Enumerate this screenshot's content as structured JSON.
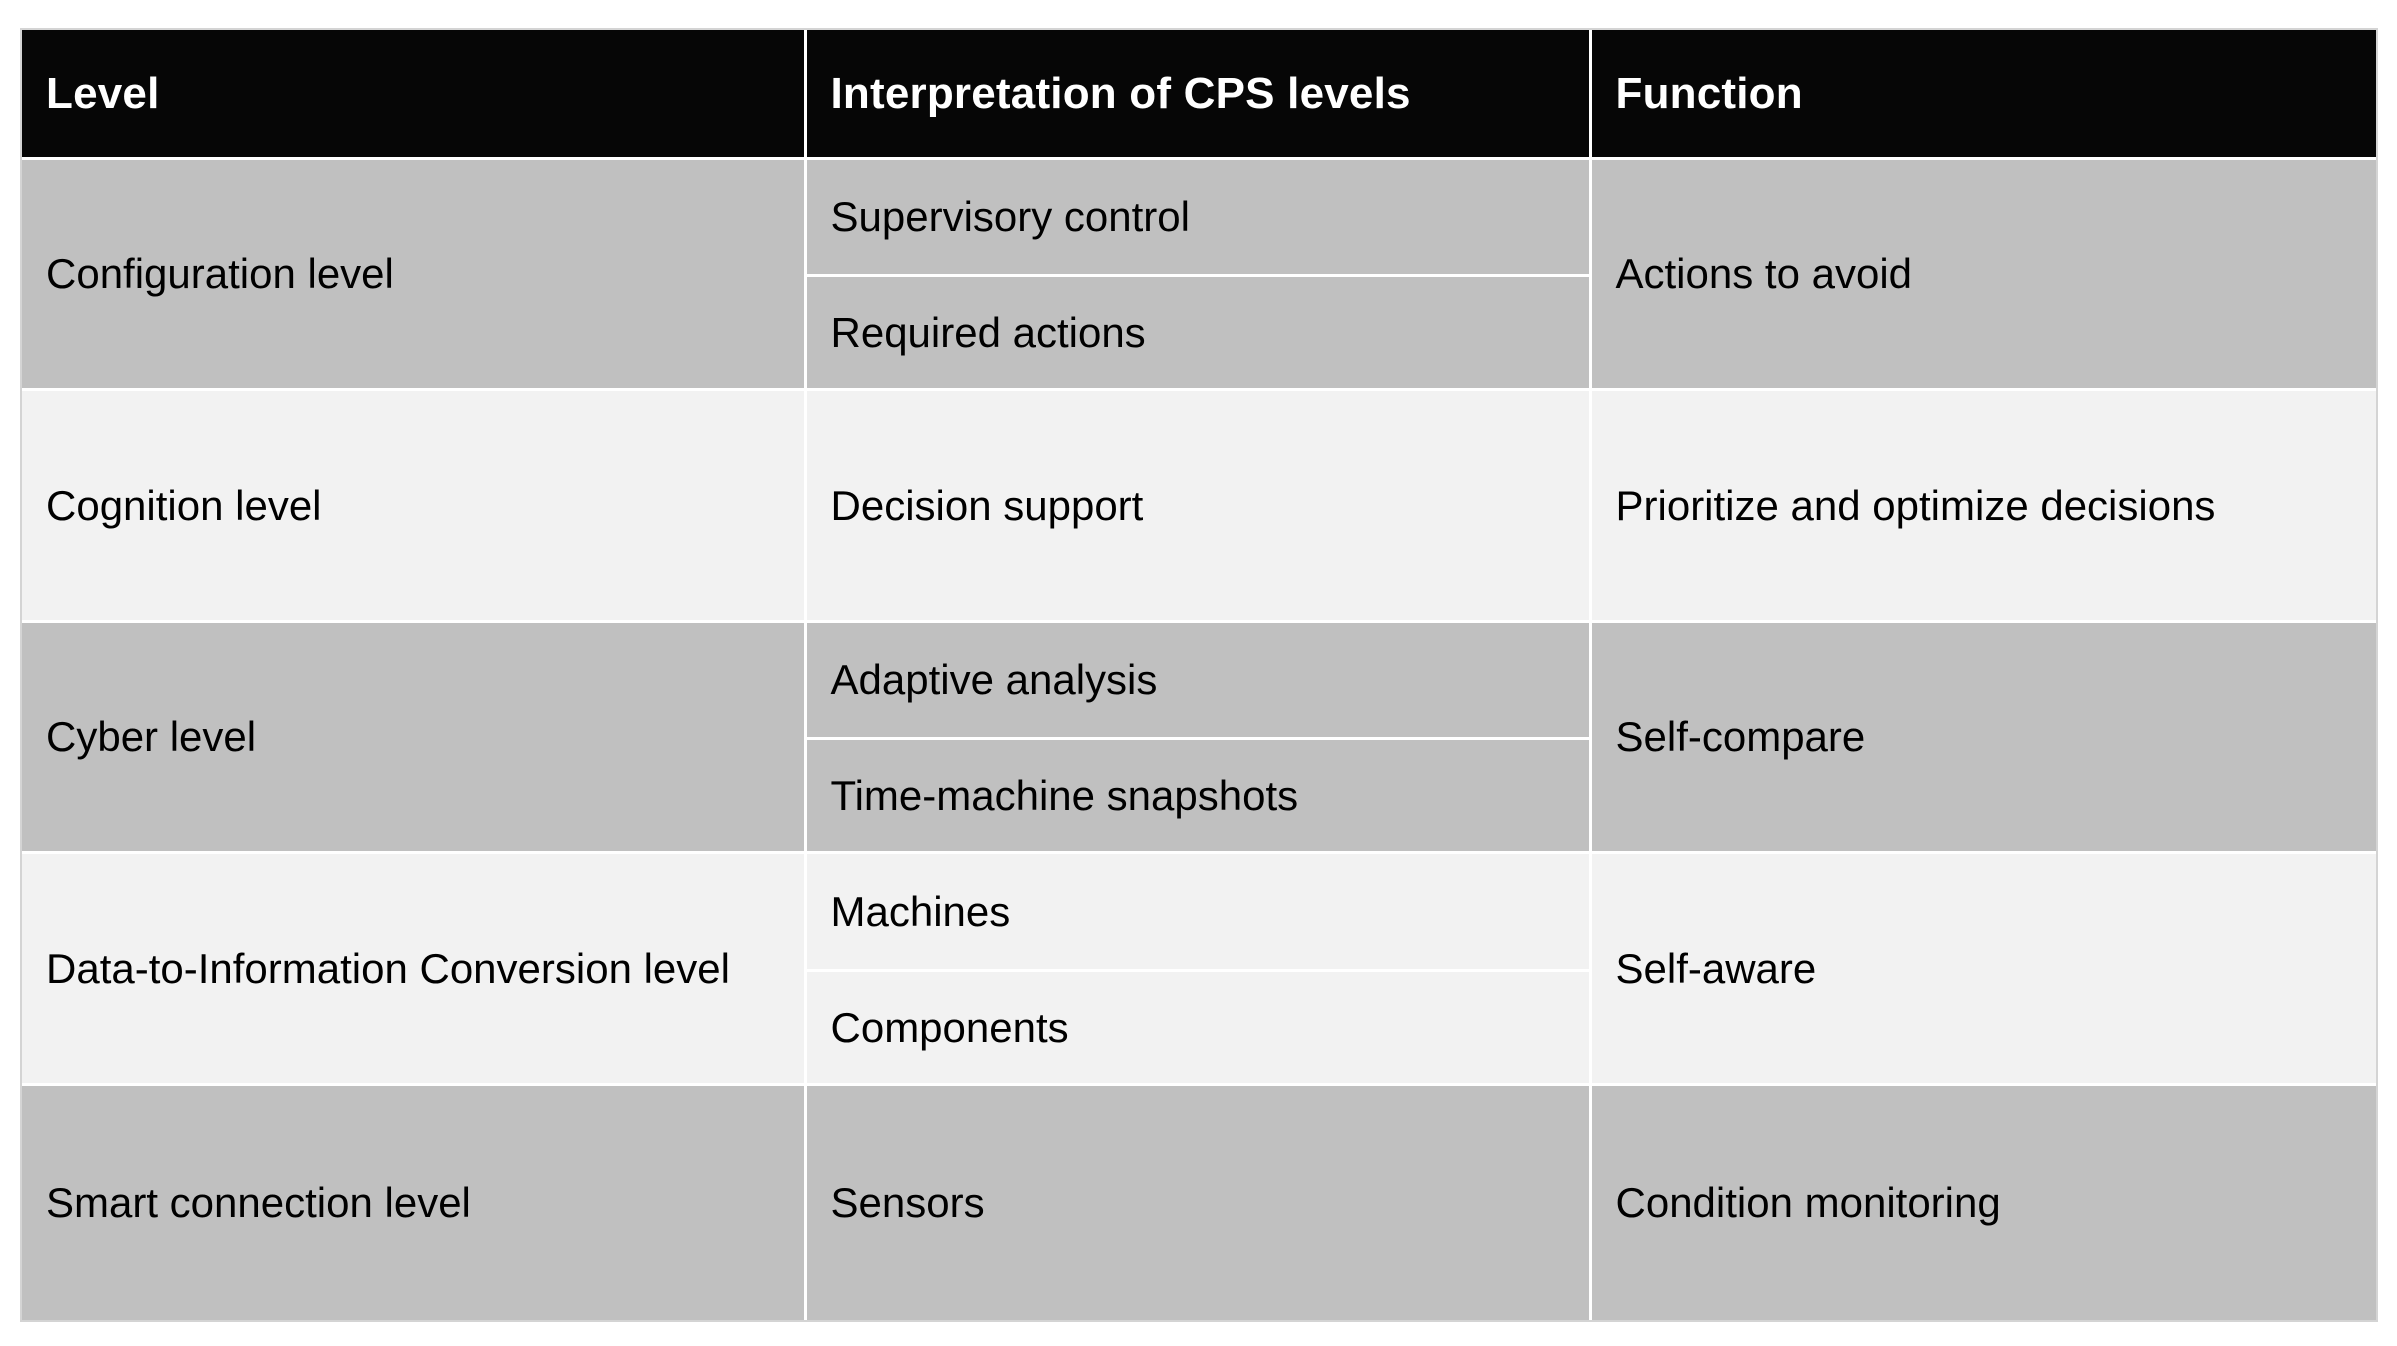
{
  "table": {
    "headers": [
      {
        "label": "Level"
      },
      {
        "label": "Interpretation of CPS levels"
      },
      {
        "label": "Function"
      }
    ],
    "colors": {
      "header_bg": "#060606",
      "header_text": "#ffffff",
      "band_gray": "#c0c0c0",
      "band_light": "#f2f2f2",
      "grid": "#ffffff",
      "outer_border": "#d4d4d4",
      "text": "#000000"
    },
    "rows": [
      {
        "level": "Configuration level",
        "interpretation": [
          "Supervisory control",
          "Required actions"
        ],
        "function": "Actions to avoid",
        "band": "gray"
      },
      {
        "level": "Cognition level",
        "interpretation": [
          "Decision support"
        ],
        "function": "Prioritize and optimize decisions",
        "band": "light"
      },
      {
        "level": "Cyber level",
        "interpretation": [
          "Adaptive analysis",
          "Time-machine snapshots"
        ],
        "function": "Self-compare",
        "band": "gray"
      },
      {
        "level": "Data-to-Information Conversion level",
        "interpretation": [
          "Machines",
          "Components"
        ],
        "function": "Self-aware",
        "band": "light"
      },
      {
        "level": "Smart connection level",
        "interpretation": [
          "Sensors"
        ],
        "function": "Condition monitoring",
        "band": "gray"
      }
    ]
  }
}
